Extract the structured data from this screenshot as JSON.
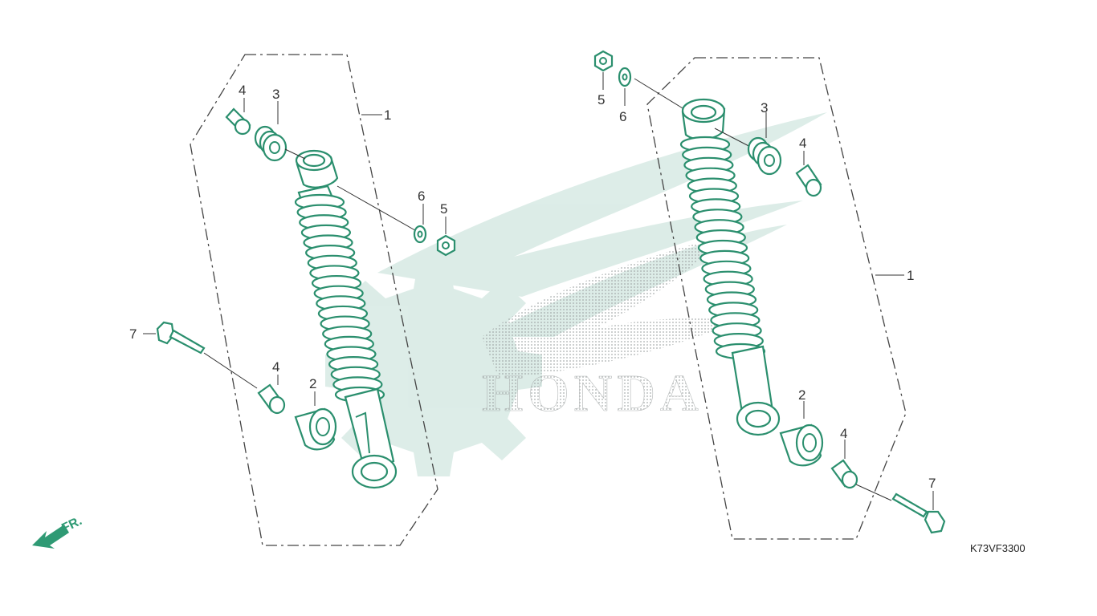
{
  "diagram": {
    "drawing_code": "K73VF3300",
    "direction_label": "FR.",
    "watermark": {
      "brand_text": "HONDA",
      "brand_color": "#2b8f6e"
    },
    "colors": {
      "part_stroke": "#2b8f6e",
      "frame_stroke": "#444444",
      "text": "#333333"
    },
    "left_assembly": {
      "callouts": [
        "1",
        "2",
        "3",
        "4",
        "4",
        "5",
        "6",
        "7"
      ]
    },
    "right_assembly": {
      "callouts": [
        "1",
        "2",
        "3",
        "4",
        "4",
        "5",
        "6",
        "7"
      ]
    }
  }
}
